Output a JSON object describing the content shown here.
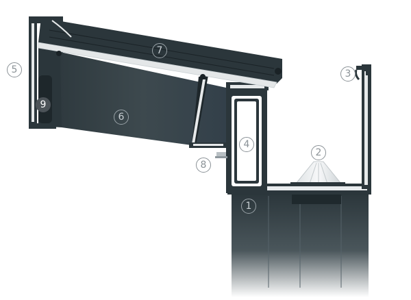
{
  "diagram": {
    "callouts": {
      "c1": "1",
      "c2": "2",
      "c3": "3",
      "c4": "4",
      "c5": "5",
      "c6": "6",
      "c7": "7",
      "c8": "8",
      "c9": "9"
    },
    "colors": {
      "profile_dark": "#2b363b",
      "profile_outline": "#1e272b",
      "panel_face": "#39454a",
      "light_strip": "#e4e7e8",
      "callout_stroke": "#8a9196"
    }
  }
}
